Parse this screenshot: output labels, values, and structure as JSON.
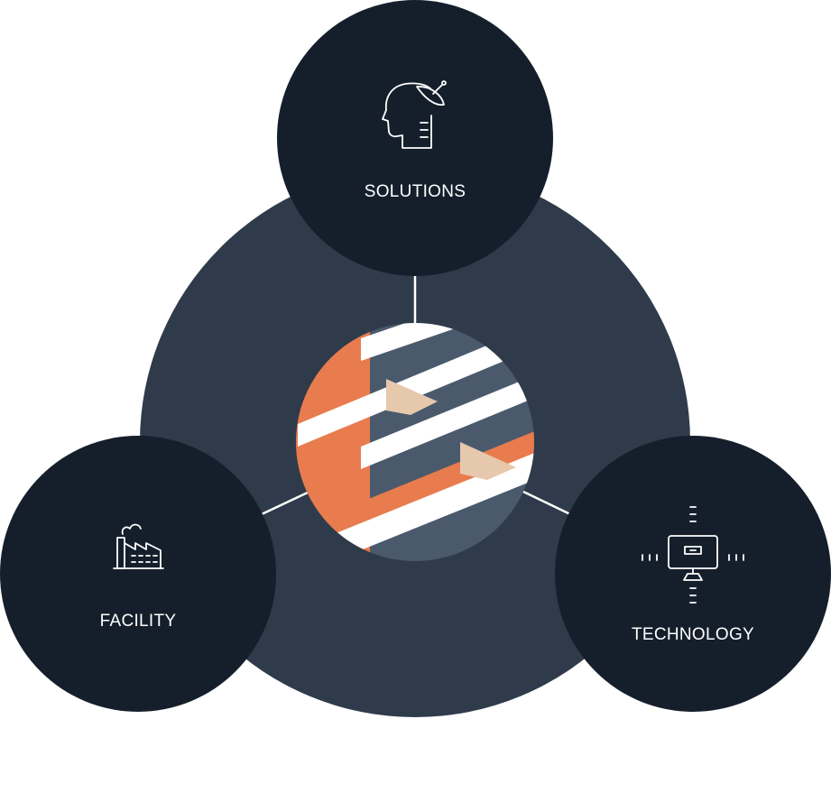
{
  "nodes": {
    "solutions": {
      "label": "SOLUTIONS",
      "icon": "head-satellite-icon"
    },
    "facility": {
      "label": "FACILITY",
      "icon": "factory-icon"
    },
    "technology": {
      "label": "TECHNOLOGY",
      "icon": "monitor-icon"
    }
  },
  "center": {
    "logo": "striped-s-logo"
  },
  "colors": {
    "background": "#ffffff",
    "outer_ring": "#2f3b4a",
    "node_circle": "#151f2c",
    "logo_slate": "#4a5a6c",
    "logo_orange": "#e87c4e",
    "logo_beige": "#e6c8ad",
    "logo_white": "#ffffff"
  }
}
